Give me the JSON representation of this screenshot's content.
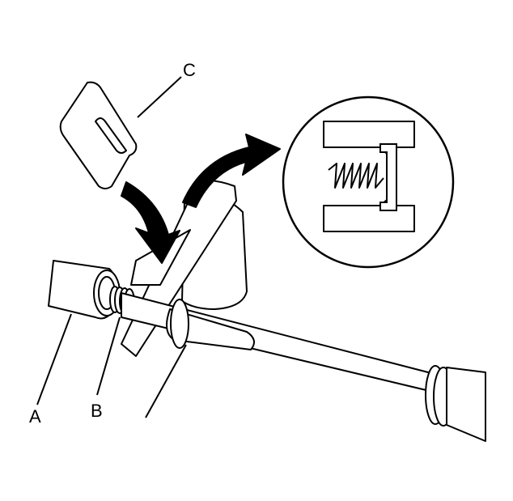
{
  "labels": {
    "a": "A",
    "b": "B",
    "c": "C"
  },
  "colors": {
    "line": "#000000",
    "fill": "#ffffff"
  }
}
